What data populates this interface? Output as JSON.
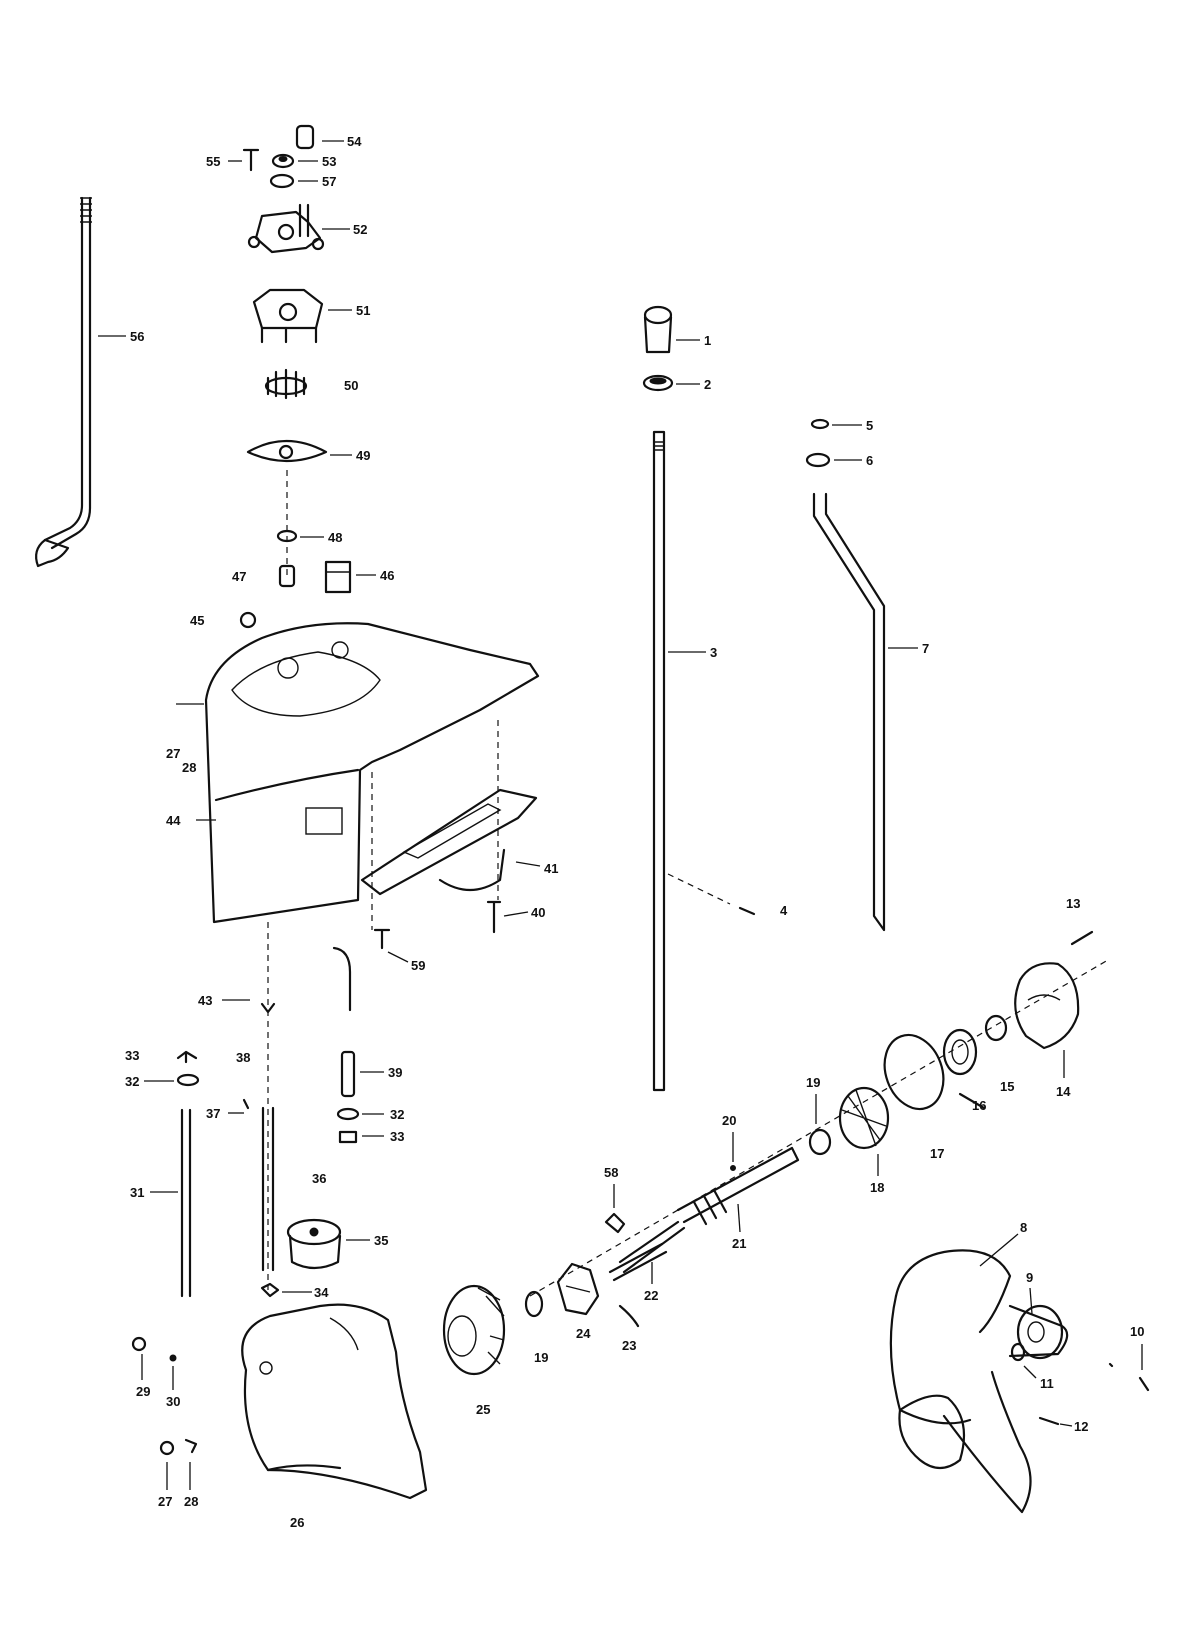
{
  "callouts": {
    "c1": "1",
    "c2": "2",
    "c3": "3",
    "c4": "4",
    "c5": "5",
    "c6": "6",
    "c7": "7",
    "c8": "8",
    "c9": "9",
    "c10": "10",
    "c11": "11",
    "c12": "12",
    "c13": "13",
    "c14": "14",
    "c15": "15",
    "c16": "16",
    "c17": "17",
    "c18": "18",
    "c19a": "19",
    "c19b": "19",
    "c20": "20",
    "c21": "21",
    "c22": "22",
    "c23": "23",
    "c24": "24",
    "c25": "25",
    "c26": "26",
    "c27a": "27",
    "c28a": "28",
    "c27b": "27",
    "c28b": "28",
    "c29": "29",
    "c30": "30",
    "c31": "31",
    "c32a": "32",
    "c33a": "33",
    "c32b": "32",
    "c33b": "33",
    "c34": "34",
    "c35": "35",
    "c36": "36",
    "c37": "37",
    "c38": "38",
    "c39": "39",
    "c40": "40",
    "c41": "41",
    "c43": "43",
    "c44": "44",
    "c45": "45",
    "c46": "46",
    "c47": "47",
    "c48": "48",
    "c49": "49",
    "c50": "50",
    "c51": "51",
    "c52": "52",
    "c53": "53",
    "c54": "54",
    "c55": "55",
    "c56": "56",
    "c57": "57",
    "c58": "58",
    "c59": "59"
  }
}
